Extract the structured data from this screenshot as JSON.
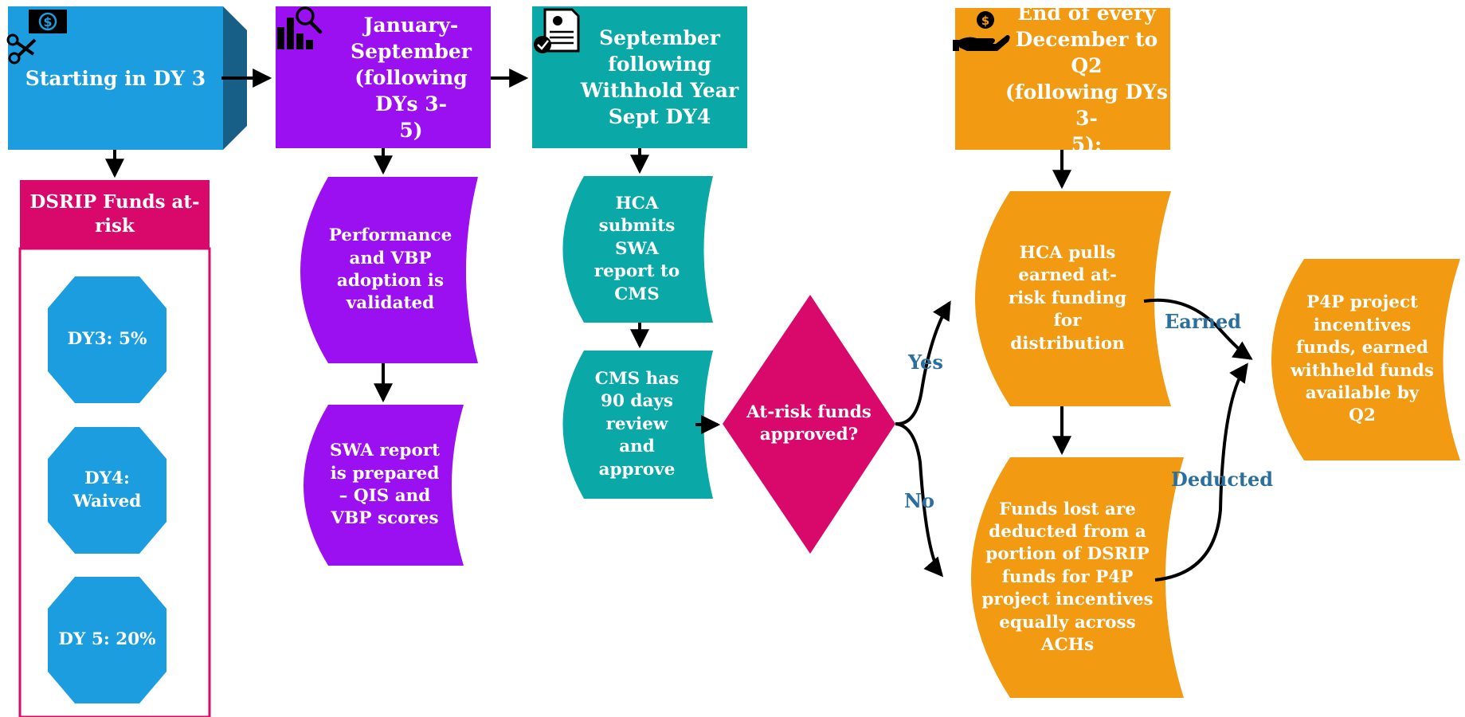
{
  "colors": {
    "blue": "#1c9ddf",
    "blue_dark": "#175f87",
    "purple": "#9a10f0",
    "teal": "#0aa8a6",
    "orange": "#f19a12",
    "magenta": "#d9086b",
    "edge_label": "#2a6f9e"
  },
  "icons": [
    "scissors-money-icon",
    "chart-search-icon",
    "report-check-icon",
    "hand-coin-icon"
  ],
  "headers": {
    "starting": "Starting in DY 3",
    "jan_sep": "January-\nSeptember\n(following DYs 3-\n5)",
    "september": "September\nfollowing\nWithhold Year\nSept DY4",
    "end_december": "End of every\nDecember to  Q2\n(following DYs 3-\n5):"
  },
  "at_risk_panel": {
    "title": "DSRIP Funds at-\nrisk",
    "items": [
      "DY3: 5%",
      "DY4:\nWaived",
      "DY 5: 20%"
    ]
  },
  "steps": {
    "performance": "Performance\nand VBP\nadoption is\nvalidated",
    "swa_prepared": "SWA report\nis prepared\n– QIS and\nVBP scores",
    "hca_submits": "HCA\nsubmits\nSWA\nreport to\nCMS",
    "cms_review": "CMS has\n90 days\nreview\nand\napprove",
    "hca_pulls": "HCA pulls\nearned at-\nrisk funding\nfor\ndistribution",
    "funds_lost": "Funds lost are\ndeducted from a\nportion of DSRIP\nfunds for P4P\nproject incentives\nequally across\nACHs",
    "p4p_result": "P4P project\nincentives\nfunds, earned\nwithheld funds\navailable by\nQ2"
  },
  "decision": {
    "question": "At-risk funds\napproved?",
    "yes": "Yes",
    "no": "No"
  },
  "edge_labels": {
    "earned": "Earned",
    "deducted": "Deducted"
  }
}
